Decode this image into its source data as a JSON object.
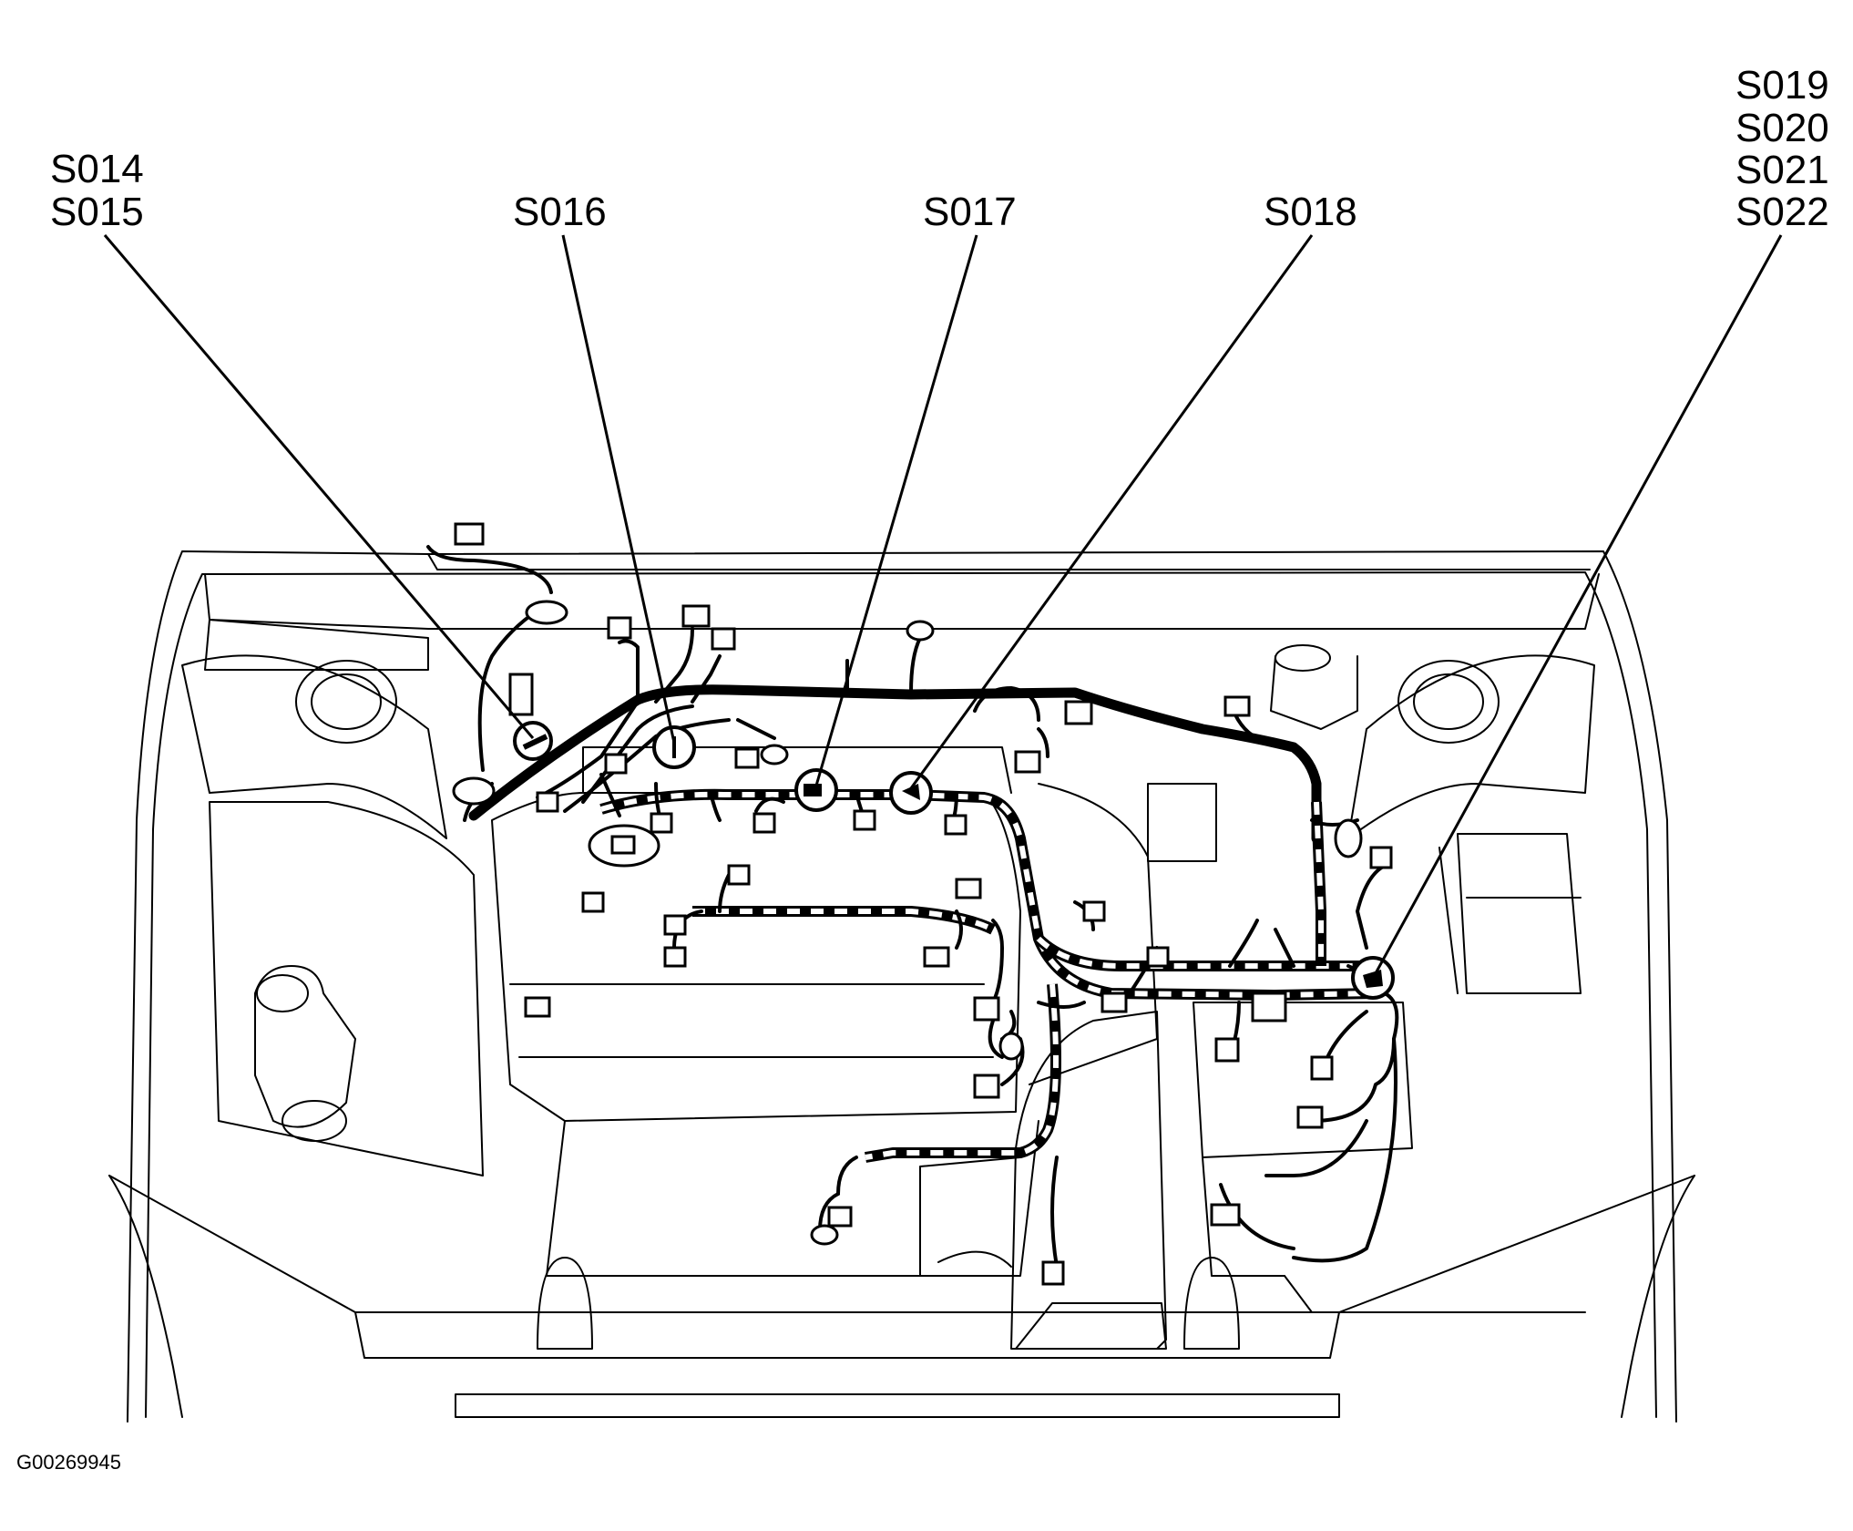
{
  "labels": {
    "s014": "S014",
    "s015": "S015",
    "s016": "S016",
    "s017": "S017",
    "s018": "S018",
    "s019": "S019",
    "s020": "S020",
    "s021": "S021",
    "s022": "S022"
  },
  "figure_id": "G00269945"
}
